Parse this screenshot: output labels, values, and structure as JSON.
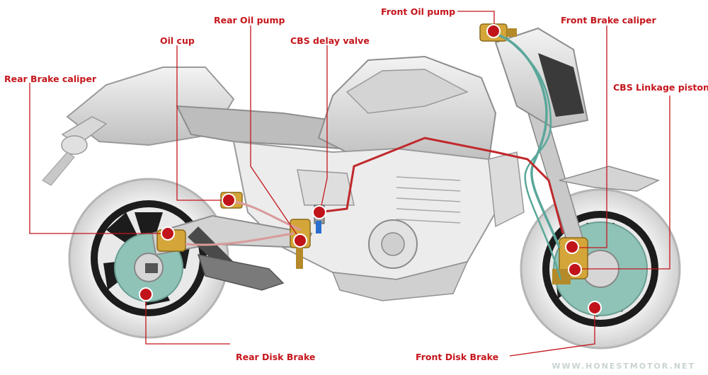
{
  "labels": {
    "front_oil_pump": "Front Oil pump",
    "rear_oil_pump": "Rear Oil pump",
    "front_brake_caliper": "Front Brake caliper",
    "oil_cup": "Oil cup",
    "cbs_delay_valve": "CBS delay valve",
    "rear_brake_caliper": "Rear Brake caliper",
    "cbs_linkage_piston": "CBS Linkage piston",
    "rear_disk_brake": "Rear Disk Brake",
    "front_disk_brake": "Front Disk Brake"
  },
  "watermark": "WWW.HONESTMOTOR.NET",
  "colors": {
    "label": "#c4161c",
    "leader": "#c4161c",
    "brake_line_red": "#c0282c",
    "brake_line_green": "#5aa79a"
  },
  "icons": {
    "marker": "red-dot-marker"
  }
}
